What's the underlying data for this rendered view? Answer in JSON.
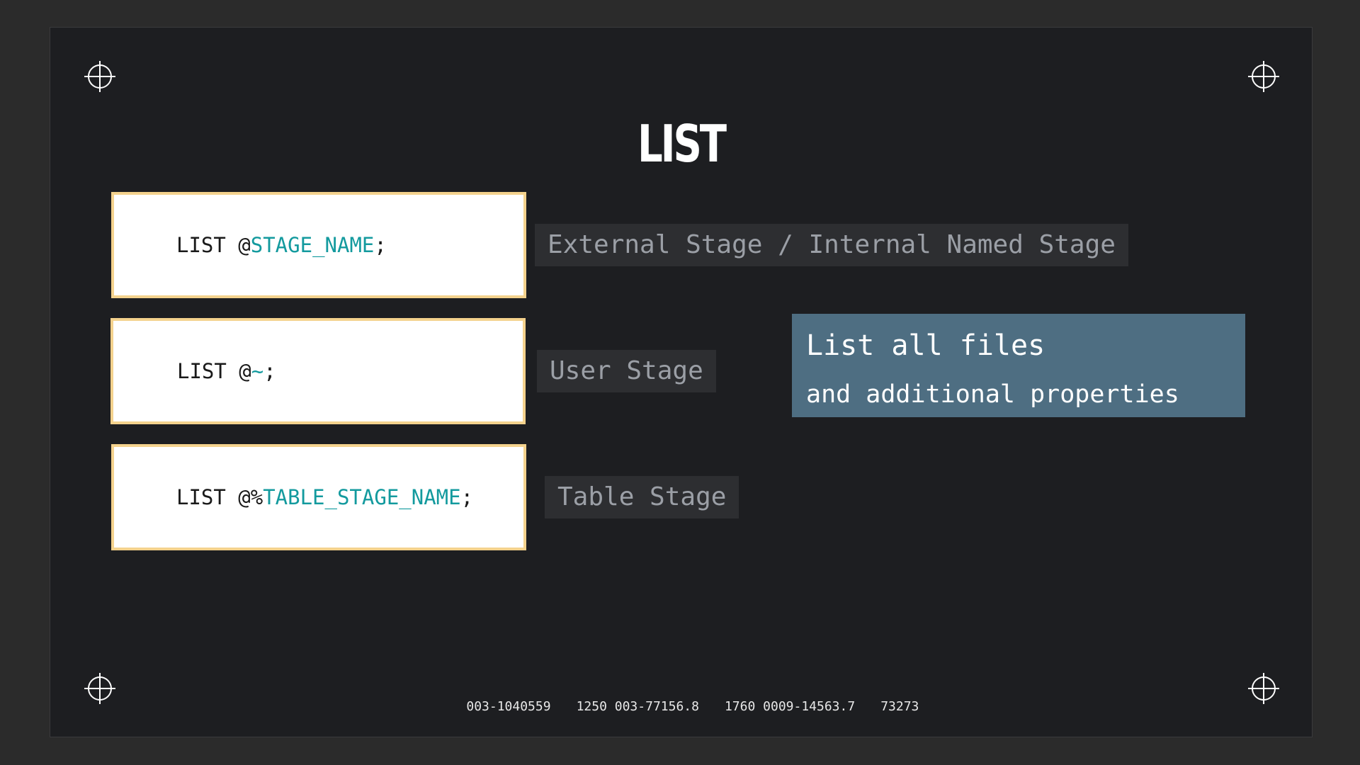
{
  "slide": {
    "title": "LIST"
  },
  "commands": [
    {
      "prefix": "LIST @",
      "highlight": "STAGE_NAME",
      "suffix": ";",
      "label": "External Stage / Internal Named Stage"
    },
    {
      "prefix": "LIST @",
      "highlight": "~",
      "suffix": ";",
      "label": "User Stage"
    },
    {
      "prefix": "LIST @%",
      "highlight": "TABLE_STAGE_NAME",
      "suffix": ";",
      "label": "Table Stage"
    }
  ],
  "info": {
    "title": "List all files",
    "subtitle": "and additional properties"
  },
  "footer": {
    "items": [
      "003-1040559",
      "1250 003-77156.8",
      "1760 0009-14563.7",
      "73273"
    ]
  },
  "icons": {
    "corner": "crosshair-icon"
  },
  "colors": {
    "slide_bg": "#1d1e21",
    "code_border": "#f4d28d",
    "code_highlight": "#139a9e",
    "label_bg": "#2d2e31",
    "label_text": "#9b9fa6",
    "info_bg": "#4e6e82"
  }
}
